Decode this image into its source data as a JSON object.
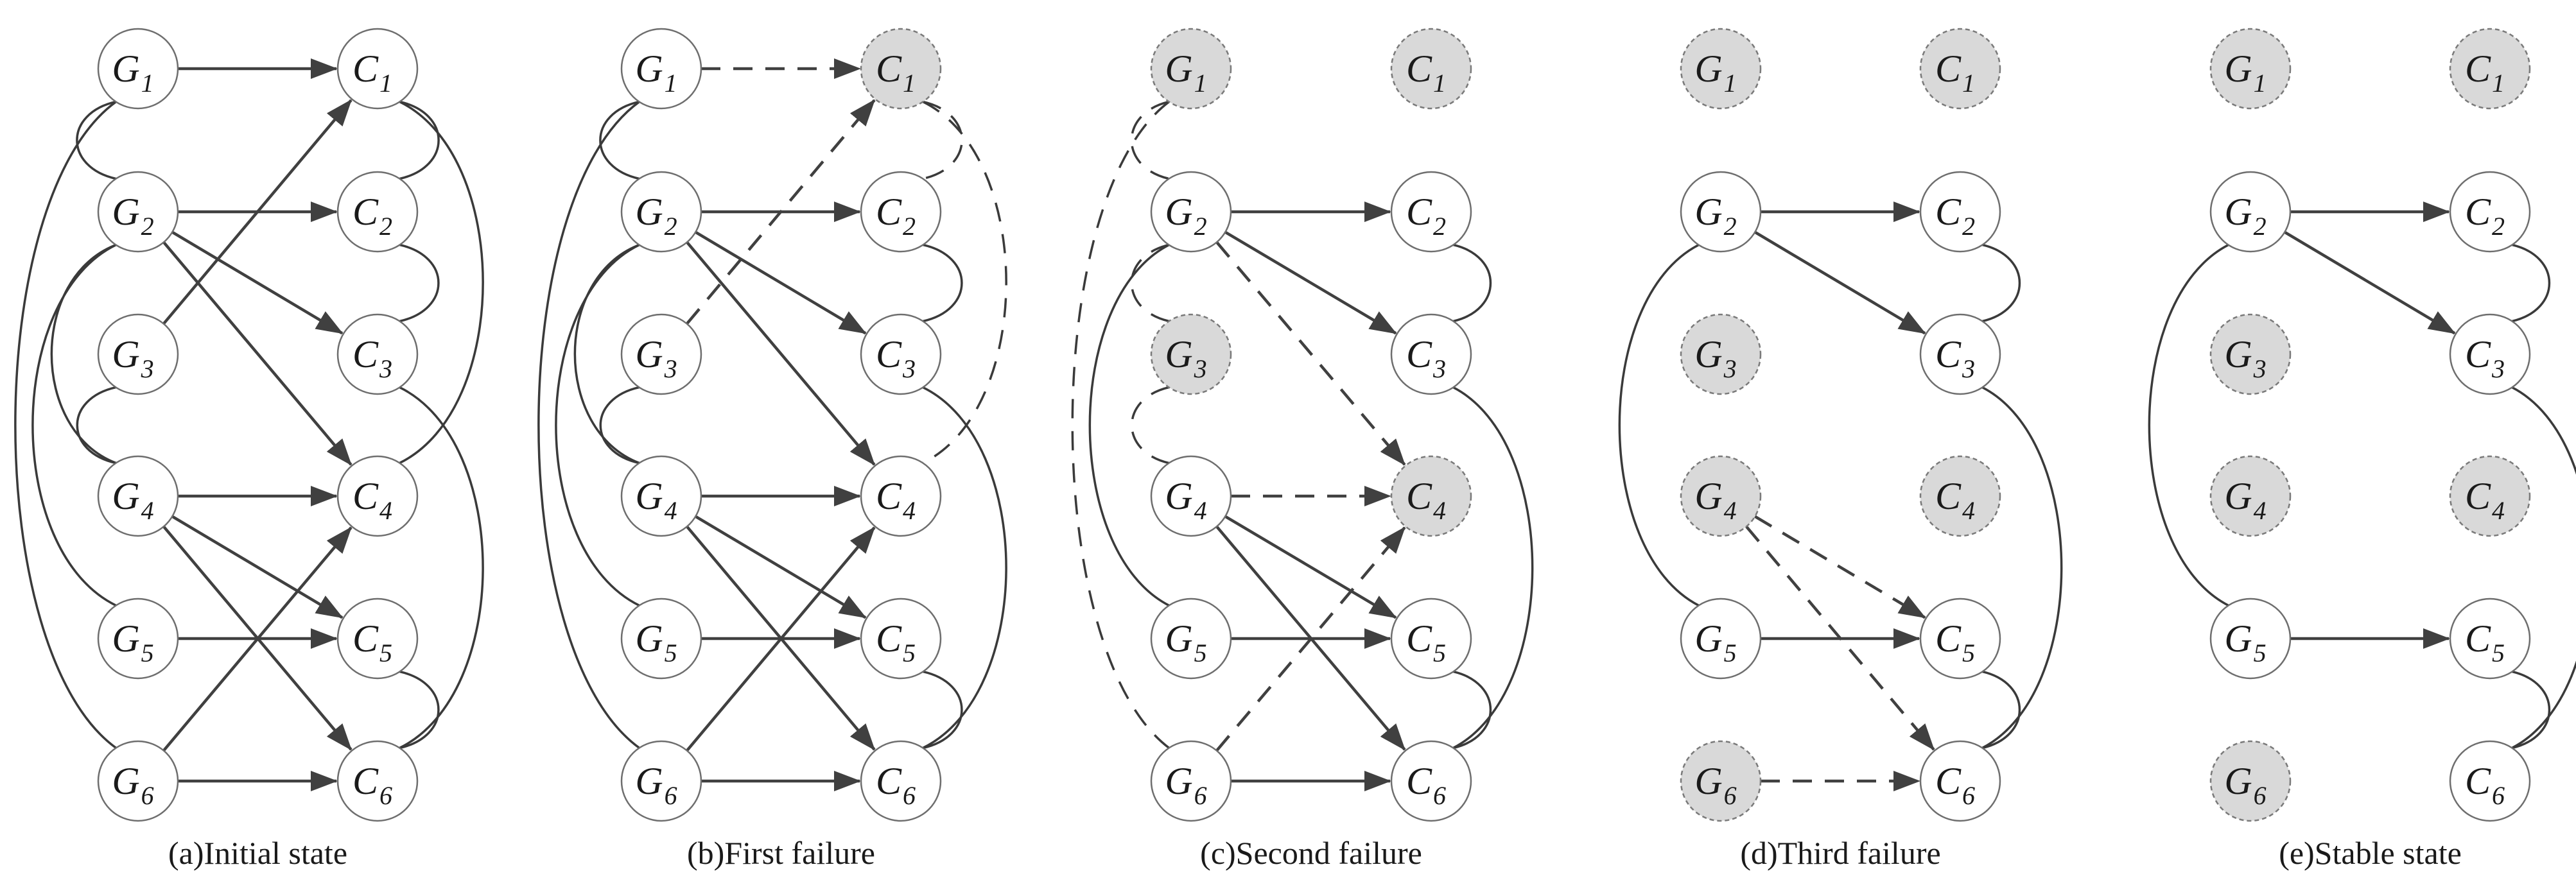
{
  "colors": {
    "node_fill": "#ffffff",
    "failed_node_fill": "#d9d9d9",
    "node_stroke": "#6e6e6e",
    "failed_node_stroke": "#7a7a7a",
    "edge": "#404040"
  },
  "panels": [
    {
      "caption": "(a)Initial state",
      "failed": [],
      "edges": [
        {
          "from": "G1",
          "to": "C1",
          "style": "solid"
        },
        {
          "from": "G2",
          "to": "C2",
          "style": "solid"
        },
        {
          "from": "G2",
          "to": "C3",
          "style": "solid"
        },
        {
          "from": "G2",
          "to": "C4",
          "style": "solid"
        },
        {
          "from": "G3",
          "to": "C1",
          "style": "solid"
        },
        {
          "from": "G4",
          "to": "C4",
          "style": "solid"
        },
        {
          "from": "G4",
          "to": "C5",
          "style": "solid"
        },
        {
          "from": "G4",
          "to": "C6",
          "style": "solid"
        },
        {
          "from": "G5",
          "to": "C5",
          "style": "solid"
        },
        {
          "from": "G6",
          "to": "C4",
          "style": "solid"
        },
        {
          "from": "G6",
          "to": "C6",
          "style": "solid"
        }
      ],
      "couplings": [
        {
          "a": "G1",
          "b": "G2",
          "style": "solid"
        },
        {
          "a": "G1",
          "b": "G6",
          "style": "solid"
        },
        {
          "a": "G2",
          "b": "G4",
          "style": "solid"
        },
        {
          "a": "G2",
          "b": "G5",
          "style": "solid"
        },
        {
          "a": "G3",
          "b": "G4",
          "style": "solid"
        },
        {
          "a": "C1",
          "b": "C2",
          "style": "solid"
        },
        {
          "a": "C1",
          "b": "C4",
          "style": "solid"
        },
        {
          "a": "C2",
          "b": "C3",
          "style": "solid"
        },
        {
          "a": "C3",
          "b": "C6",
          "style": "solid"
        },
        {
          "a": "C5",
          "b": "C6",
          "style": "solid"
        }
      ]
    },
    {
      "caption": "(b)First failure",
      "failed": [
        "C1"
      ],
      "edges": [
        {
          "from": "G1",
          "to": "C1",
          "style": "dashed"
        },
        {
          "from": "G3",
          "to": "C1",
          "style": "dashed"
        },
        {
          "from": "G2",
          "to": "C2",
          "style": "solid"
        },
        {
          "from": "G2",
          "to": "C3",
          "style": "solid"
        },
        {
          "from": "G2",
          "to": "C4",
          "style": "solid"
        },
        {
          "from": "G4",
          "to": "C4",
          "style": "solid"
        },
        {
          "from": "G4",
          "to": "C5",
          "style": "solid"
        },
        {
          "from": "G4",
          "to": "C6",
          "style": "solid"
        },
        {
          "from": "G5",
          "to": "C5",
          "style": "solid"
        },
        {
          "from": "G6",
          "to": "C4",
          "style": "solid"
        },
        {
          "from": "G6",
          "to": "C6",
          "style": "solid"
        }
      ],
      "couplings": [
        {
          "a": "G1",
          "b": "G2",
          "style": "solid"
        },
        {
          "a": "G1",
          "b": "G6",
          "style": "solid"
        },
        {
          "a": "G2",
          "b": "G4",
          "style": "solid"
        },
        {
          "a": "G2",
          "b": "G5",
          "style": "solid"
        },
        {
          "a": "G3",
          "b": "G4",
          "style": "solid"
        },
        {
          "a": "C1",
          "b": "C2",
          "style": "dashed"
        },
        {
          "a": "C1",
          "b": "C4",
          "style": "dashed"
        },
        {
          "a": "C2",
          "b": "C3",
          "style": "solid"
        },
        {
          "a": "C3",
          "b": "C6",
          "style": "solid"
        },
        {
          "a": "C5",
          "b": "C6",
          "style": "solid"
        }
      ]
    },
    {
      "caption": "(c)Second failure",
      "failed": [
        "G1",
        "C1",
        "G3",
        "C4"
      ],
      "edges": [
        {
          "from": "G2",
          "to": "C2",
          "style": "solid"
        },
        {
          "from": "G2",
          "to": "C3",
          "style": "solid"
        },
        {
          "from": "G2",
          "to": "C4",
          "style": "dashed"
        },
        {
          "from": "G4",
          "to": "C4",
          "style": "dashed"
        },
        {
          "from": "G4",
          "to": "C5",
          "style": "solid"
        },
        {
          "from": "G4",
          "to": "C6",
          "style": "solid"
        },
        {
          "from": "G5",
          "to": "C5",
          "style": "solid"
        },
        {
          "from": "G6",
          "to": "C4",
          "style": "dashed"
        },
        {
          "from": "G6",
          "to": "C6",
          "style": "solid"
        }
      ],
      "couplings": [
        {
          "a": "G1",
          "b": "G2",
          "style": "dashed"
        },
        {
          "a": "G1",
          "b": "G6",
          "style": "dashed"
        },
        {
          "a": "G2",
          "b": "G3",
          "style": "dashed"
        },
        {
          "a": "G3",
          "b": "G4",
          "style": "dashed"
        },
        {
          "a": "G2",
          "b": "G5",
          "style": "solid"
        },
        {
          "a": "C2",
          "b": "C3",
          "style": "solid"
        },
        {
          "a": "C3",
          "b": "C6",
          "style": "solid"
        },
        {
          "a": "C5",
          "b": "C6",
          "style": "solid"
        }
      ]
    },
    {
      "caption": "(d)Third failure",
      "failed": [
        "G1",
        "C1",
        "G3",
        "G4",
        "C4",
        "G6"
      ],
      "edges": [
        {
          "from": "G2",
          "to": "C2",
          "style": "solid"
        },
        {
          "from": "G2",
          "to": "C3",
          "style": "solid"
        },
        {
          "from": "G4",
          "to": "C5",
          "style": "dashed"
        },
        {
          "from": "G4",
          "to": "C6",
          "style": "dashed"
        },
        {
          "from": "G5",
          "to": "C5",
          "style": "solid"
        },
        {
          "from": "G6",
          "to": "C6",
          "style": "dashed"
        }
      ],
      "couplings": [
        {
          "a": "G2",
          "b": "G5",
          "style": "solid"
        },
        {
          "a": "C2",
          "b": "C3",
          "style": "solid"
        },
        {
          "a": "C3",
          "b": "C6",
          "style": "solid"
        },
        {
          "a": "C5",
          "b": "C6",
          "style": "solid"
        }
      ]
    },
    {
      "caption": "(e)Stable state",
      "failed": [
        "G1",
        "C1",
        "G3",
        "G4",
        "C4",
        "G6"
      ],
      "edges": [
        {
          "from": "G2",
          "to": "C2",
          "style": "solid"
        },
        {
          "from": "G2",
          "to": "C3",
          "style": "solid"
        },
        {
          "from": "G5",
          "to": "C5",
          "style": "solid"
        }
      ],
      "couplings": [
        {
          "a": "G2",
          "b": "G5",
          "style": "solid"
        },
        {
          "a": "C2",
          "b": "C3",
          "style": "solid"
        },
        {
          "a": "C3",
          "b": "C6",
          "style": "solid"
        },
        {
          "a": "C5",
          "b": "C6",
          "style": "solid"
        }
      ]
    }
  ]
}
